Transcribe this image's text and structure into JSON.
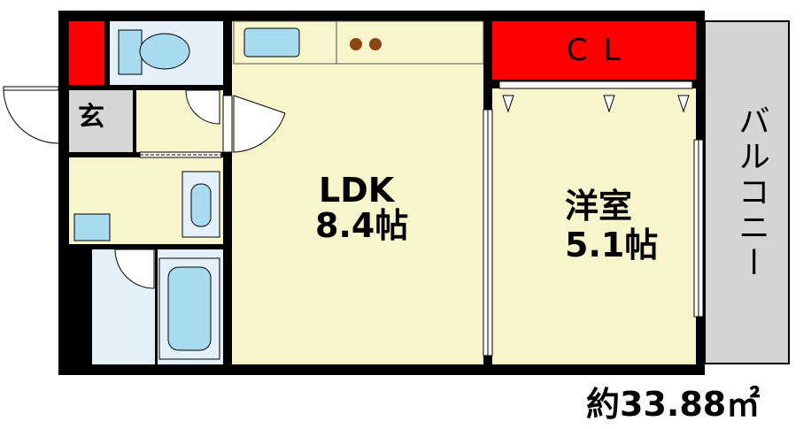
{
  "rooms": {
    "ldk": {
      "name": "LDK",
      "size": "8.4帖"
    },
    "western": {
      "name": "洋室",
      "size": "5.1帖"
    },
    "closet": {
      "name": "CL"
    },
    "entrance": {
      "name": "玄"
    },
    "balcony": {
      "name": "バルコニー"
    }
  },
  "total_area": "約33.88㎡",
  "colors": {
    "wall": "#000000",
    "floor_ldk": "#f8f4cc",
    "wet_area": "#e4f1fb",
    "fixture": "#a8daf0",
    "closet": "#ff0000",
    "entrance": "#d6d6d6",
    "balcony": "#d4d4d4",
    "stove": "#8b4513"
  },
  "icons": [
    "toilet-icon",
    "sink-icon",
    "stove-icon",
    "washbasin-icon",
    "washer-icon",
    "bathtub-icon"
  ]
}
